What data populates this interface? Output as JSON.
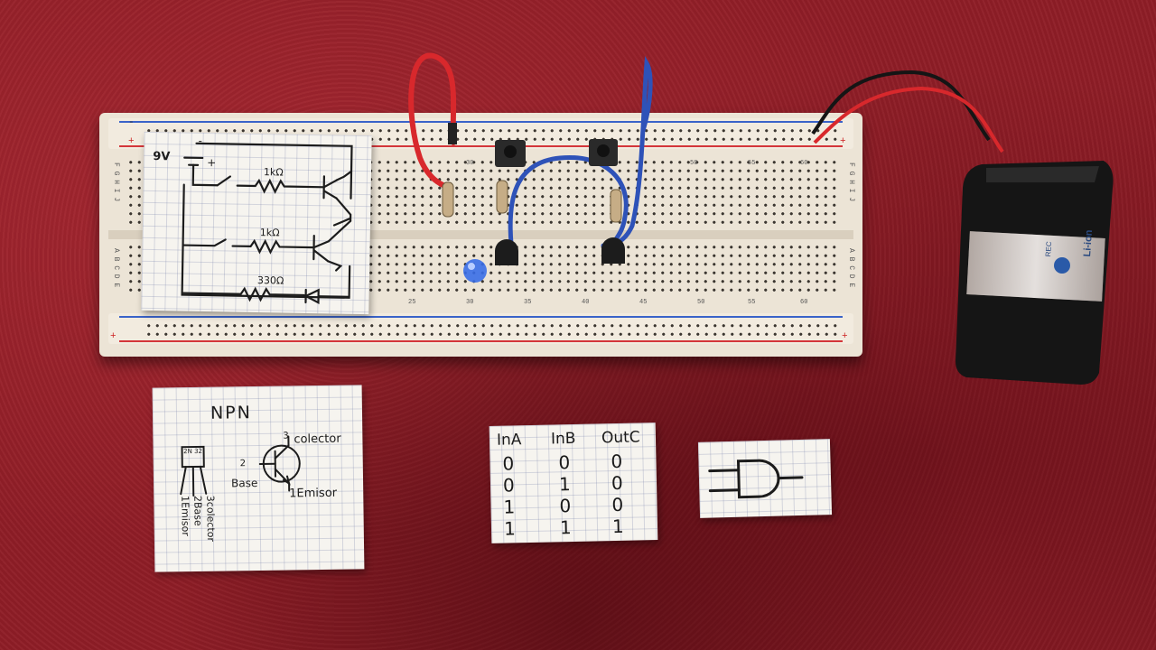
{
  "scene": "breadboard-and-gate",
  "schematic": {
    "voltage": "9V",
    "minus": "-",
    "plus": "+",
    "r1": "1kΩ",
    "r2": "1kΩ",
    "r3": "330Ω"
  },
  "npn_card": {
    "title": "NPN",
    "package_label": "2N 32",
    "pin3": "3",
    "pin2": "2",
    "collector": "colector",
    "base": "Base",
    "emitter": "1Emisor",
    "side_collector": "3colector",
    "side_base": "2Base",
    "side_emitter": "1Emisor"
  },
  "truth_table": {
    "headers": [
      "InA",
      "InB",
      "OutC"
    ],
    "rows": [
      [
        "0",
        "0",
        "0"
      ],
      [
        "0",
        "1",
        "0"
      ],
      [
        "1",
        "0",
        "0"
      ],
      [
        "1",
        "1",
        "1"
      ]
    ]
  },
  "breadboard": {
    "row_letters_top": "F G H I J",
    "row_letters_bottom": "A B C D E",
    "col_numbers": [
      "25",
      "30",
      "35",
      "40",
      "45",
      "50",
      "55",
      "60"
    ],
    "minus": "-",
    "plus": "+"
  },
  "battery": {
    "label": "Li-ion",
    "brand": "REC"
  },
  "colors": {
    "carpet": "#8f1d26",
    "wire_red": "#d8282c",
    "wire_blue": "#2e52b8",
    "led": "#3a6ee8"
  }
}
